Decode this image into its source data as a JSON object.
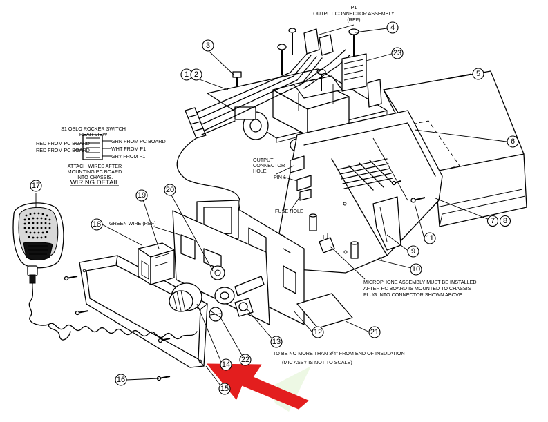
{
  "callouts": {
    "c1_2": {
      "a": "1",
      "b": "2"
    },
    "c3": "3",
    "c4": "4",
    "c5": "5",
    "c6": "6",
    "c7_8": {
      "a": "7",
      "b": "8"
    },
    "c9": "9",
    "c10": "10",
    "c11": "11",
    "c12": "12",
    "c13": "13",
    "c14": "14",
    "c15": "15",
    "c16": "16",
    "c17": "17",
    "c18": "18",
    "c19": "19",
    "c20": "20",
    "c21": "21",
    "c22": "22",
    "c23": "23"
  },
  "notes": {
    "p1_ref": "P1",
    "output_connector_assembly": "OUTPUT CONNECTOR ASSEMBLY",
    "ref": "(REF)",
    "output_connector_hole_1": "OUTPUT",
    "output_connector_hole_2": "CONNECTOR",
    "output_connector_hole_3": "HOLE",
    "pin_1": "PIN 1",
    "fuse_hole": "FUSE HOLE",
    "green_wire_ref": "GREEN WIRE (REF)",
    "mic_note_1": "MICROPHONE ASSEMBLY MUST BE INSTALLED",
    "mic_note_2": "AFTER PC BOARD IS MOUNTED TO CHASSIS",
    "mic_note_3": "PLUG INTO CONNECTOR SHOWN ABOVE",
    "insulation_note": "TO BE NO MORE THAN 3/4\" FROM END OF INSULATION",
    "mic_scale_note": "(MIC ASSY IS NOT TO SCALE)"
  },
  "wiring_detail": {
    "header_1": "S1 OSLO ROCKER SWITCH",
    "header_2": "REAR VIEW",
    "left_1": "RED FROM PC BOARD",
    "left_2": "RED FROM PC BOARD",
    "right_1": "GRN FROM PC BOARD",
    "right_2": "WHT FROM P1",
    "right_3": "GRY FROM P1",
    "attach_1": "ATTACH WIRES AFTER",
    "attach_2": "MOUNTING PC BOARD",
    "attach_3": "INTO CHASSIS.",
    "title": "WIRING DETAIL"
  },
  "colors": {
    "line": "#000000",
    "arrow": "#e31e1e",
    "background": "#ffffff",
    "arrow_glow": "#e6f5d8"
  },
  "icons": {
    "arrow": "red-pointer-arrow"
  }
}
